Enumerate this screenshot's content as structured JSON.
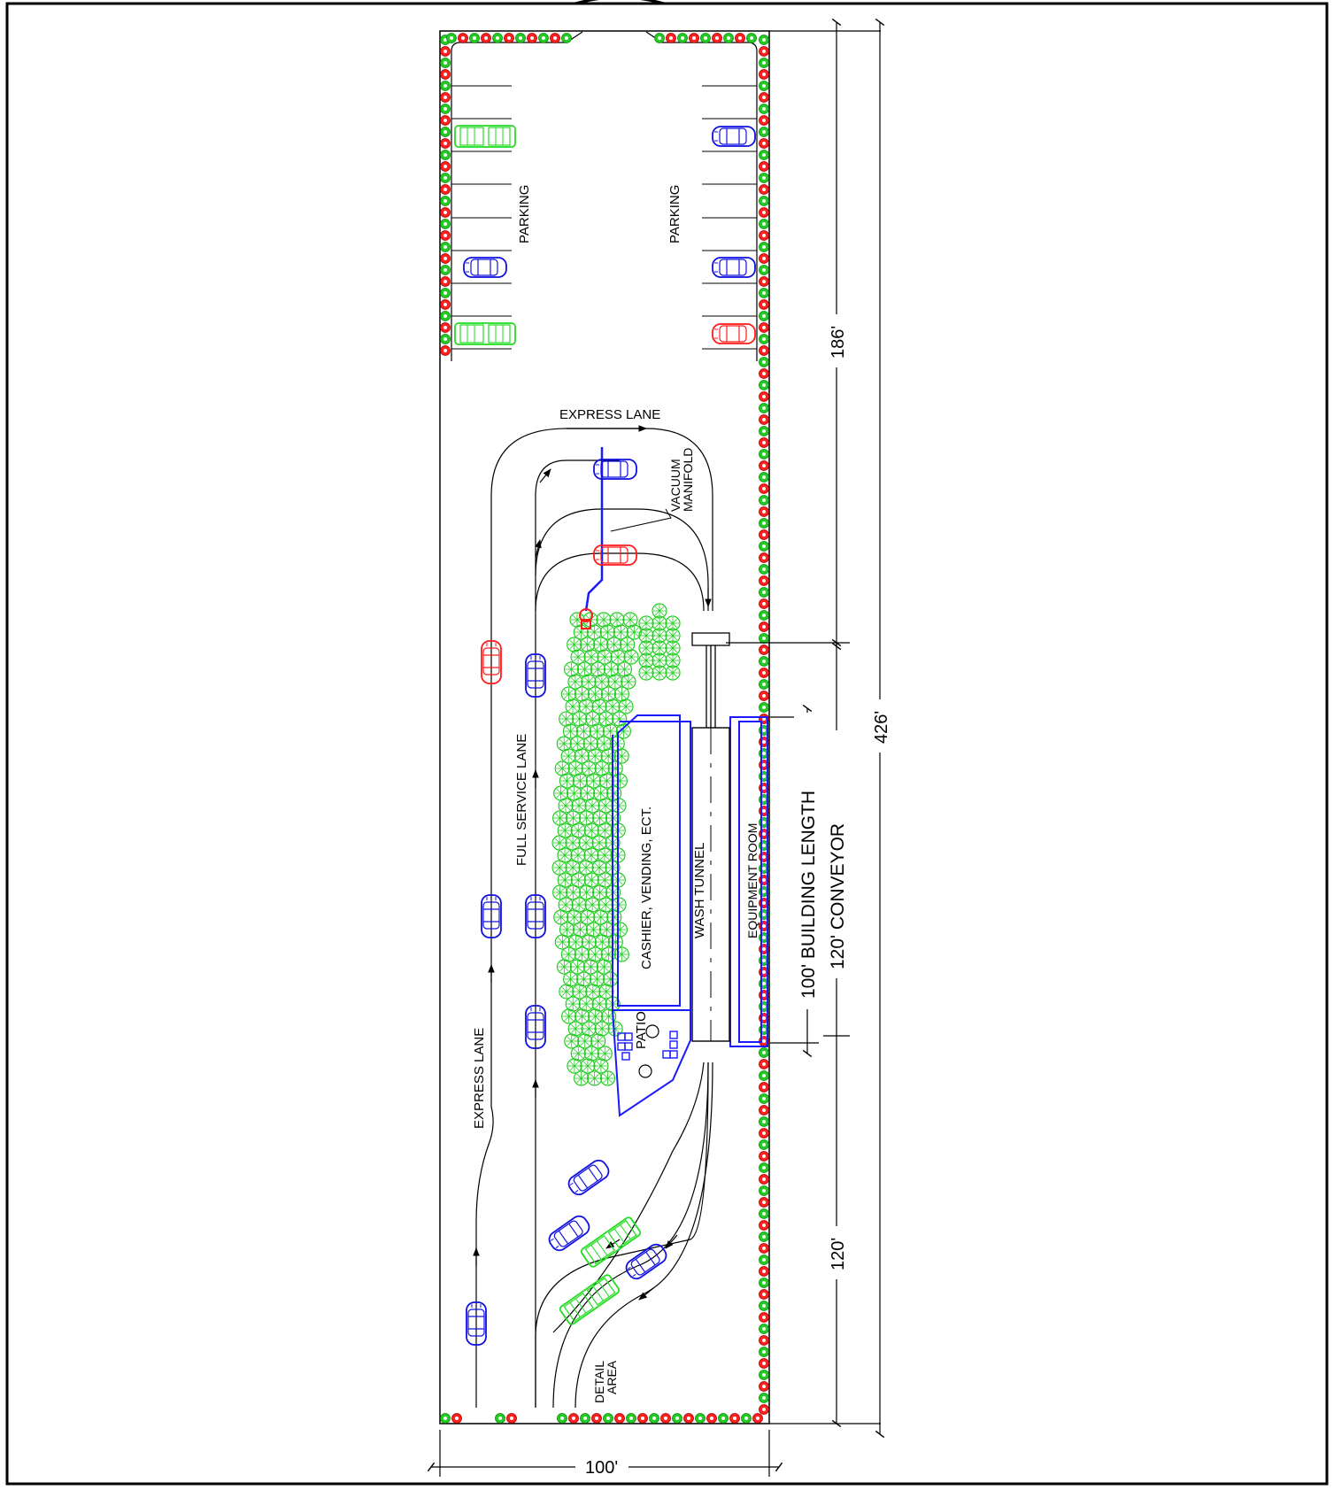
{
  "labels": {
    "parking_left": "PARKING",
    "parking_right": "PARKING",
    "express_lane_top": "EXPRESS LANE",
    "vacuum_manifold_1": "VACUUM",
    "vacuum_manifold_2": "MANIFOLD",
    "full_service_lane": "FULL SERVICE LANE",
    "express_lane_side": "EXPRESS LANE",
    "cashier": "CASHIER, VENDING, ECT.",
    "wash_tunnel": "WASH TUNNEL",
    "equipment_room": "EQUIPMENT ROOM",
    "patio": "PATIO",
    "detail_area_1": "DETAIL",
    "detail_area_2": "AREA"
  },
  "dimensions": {
    "top_section": "186'",
    "total_length": "426'",
    "building_length": "100' BUILDING LENGTH",
    "conveyor": "120' CONVEYOR",
    "bottom_section": "120'",
    "width": "100'"
  },
  "colors": {
    "frame": "#000000",
    "building": "#1a1aff",
    "tree": "#22cc22",
    "flower": "#ff2020",
    "car_blue": "#1010e0",
    "car_red": "#ff1a1a",
    "car_green": "#22dd22"
  }
}
